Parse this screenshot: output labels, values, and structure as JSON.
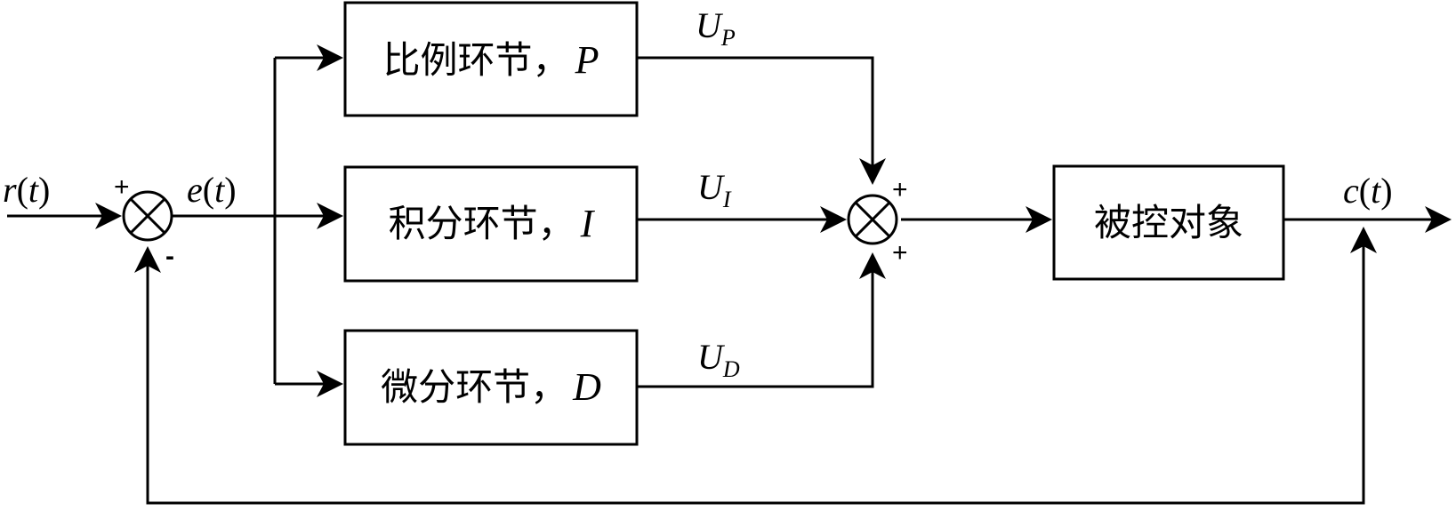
{
  "blocks": {
    "proportional": {
      "label": "比例环节，",
      "symbol": "P"
    },
    "integral": {
      "label": "积分环节，",
      "symbol": "I"
    },
    "derivative": {
      "label": "微分环节，",
      "symbol": "D"
    },
    "plant": {
      "label": "被控对象"
    }
  },
  "signals": {
    "reference": {
      "name": "r",
      "open": "(",
      "var": "t",
      "close": ")"
    },
    "error": {
      "name": "e",
      "open": "(",
      "var": "t",
      "close": ")"
    },
    "output": {
      "name": "c",
      "open": "(",
      "var": "t",
      "close": ")"
    },
    "up": {
      "base": "U",
      "sub": "P"
    },
    "ui": {
      "base": "U",
      "sub": "I"
    },
    "ud": {
      "base": "U",
      "sub": "D"
    }
  },
  "junctions": {
    "error_sum": {
      "plus": "+",
      "minus": "-"
    },
    "control_sum": {
      "plus_top": "+",
      "plus_bottom": "+"
    }
  }
}
